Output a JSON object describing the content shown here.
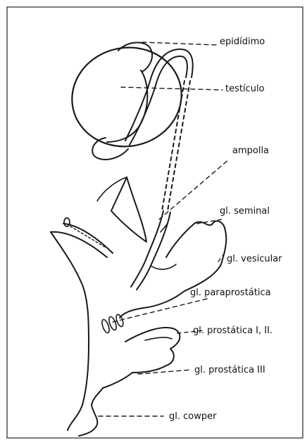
{
  "labels": {
    "epididimo": "epidídimo",
    "testiculo": "testículo",
    "ampolla": "ampolla",
    "gl_seminal": "gl. seminal",
    "gl_vesicular": "gl. vesicular",
    "gl_paraprostatica": "gl. paraprostática",
    "gl_prostatica_1_2": "gl. prostática I, II.",
    "gl_prostatica_3": "gl. prostática III",
    "gl_cowper": "gl. cowper"
  },
  "colors": {
    "ink": "#1a1a1a",
    "background": "#ffffff",
    "frame": "#222222"
  }
}
